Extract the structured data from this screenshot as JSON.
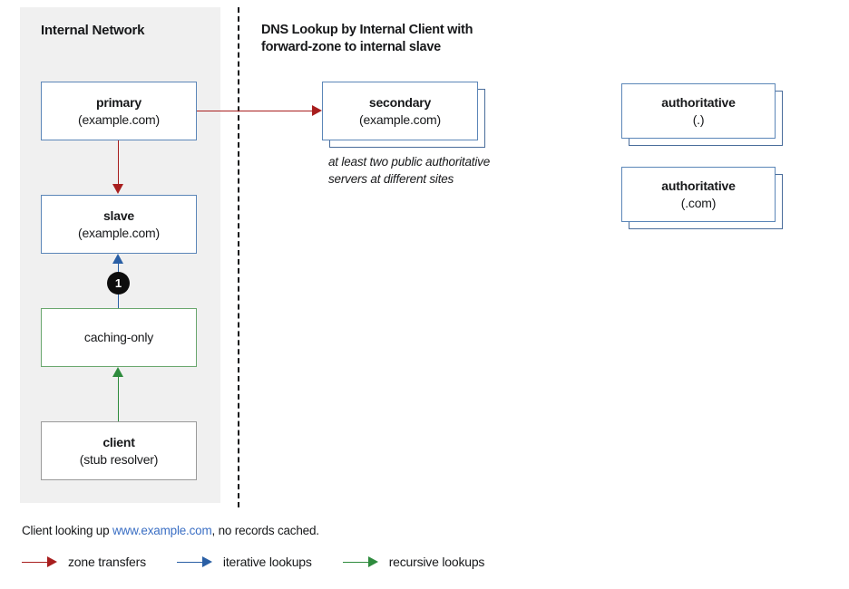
{
  "panel": {
    "title": "Internal Network"
  },
  "headline": {
    "line1": "DNS Lookup by Internal Client with",
    "line2": "forward-zone to internal slave"
  },
  "nodes": {
    "primary": {
      "line1": "primary",
      "line2": "(example.com)",
      "border_color": "#5b86b8"
    },
    "slave": {
      "line1": "slave",
      "line2": "(example.com)",
      "border_color": "#5b86b8"
    },
    "caching_only": {
      "line1": "caching-only",
      "line2": "",
      "border_color": "#6aa76e"
    },
    "client": {
      "line1": "client",
      "line2": "(stub resolver)",
      "border_color": "#9a9a9a"
    },
    "secondary": {
      "line1": "secondary",
      "line2": "(example.com)",
      "border_color": "#5b86b8"
    },
    "authoritative_root": {
      "line1": "authoritative",
      "line2": "(.)",
      "border_color": "#5b86b8"
    },
    "authoritative_com": {
      "line1": "authoritative",
      "line2": "(.com)",
      "border_color": "#5b86b8"
    }
  },
  "caption": {
    "line1": "at least two public authoritative",
    "line2": "servers at different sites"
  },
  "badges": {
    "step_one": "1"
  },
  "footer": {
    "note_prefix": "Client looking up ",
    "note_link": "www.example.com",
    "note_suffix": ", no records cached.",
    "legend": [
      {
        "label": "zone transfers",
        "color": "#a81e1e",
        "key": "red"
      },
      {
        "label": "iterative lookups",
        "color": "#2a5fa5",
        "key": "blue"
      },
      {
        "label": "recursive lookups",
        "color": "#2e8b3d",
        "key": "green"
      }
    ]
  },
  "colors": {
    "panel_bg": "#f0f0f0",
    "divider": "#16181b",
    "zone_transfer": "#a81e1e",
    "iterative": "#2a5fa5",
    "recursive": "#2e8b3d",
    "box_blue": "#5b86b8",
    "box_green": "#6aa76e",
    "box_gray": "#9a9a9a",
    "link": "#3b6fc4",
    "text": "#17181a"
  }
}
